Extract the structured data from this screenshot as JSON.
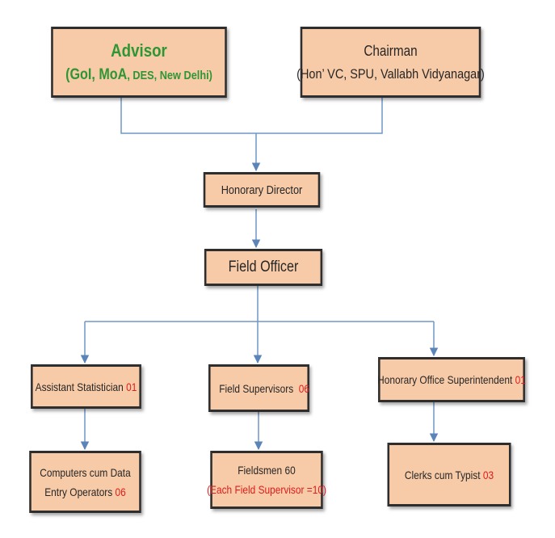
{
  "boxes": {
    "advisor": {
      "title": "Advisor",
      "subtitle_a": "(GoI,  MoA",
      "subtitle_b": ", DES, New Delhi)"
    },
    "chairman": {
      "title": "Chairman",
      "subtitle": "(Hon’ VC, SPU, Vallabh Vidyanagar)"
    },
    "honorary_director": {
      "label": "Honorary Director"
    },
    "field_officer": {
      "label": "Field Officer"
    },
    "assistant_statistician": {
      "label": "Assistant Statistician ",
      "count": "01"
    },
    "field_supervisors": {
      "label": "Field Supervisors  ",
      "count": "06"
    },
    "office_superintendent": {
      "label": "Honorary Office Superintendent ",
      "count": "01"
    },
    "computers_operators": {
      "line1": "Computers cum Data",
      "line2": "Entry Operators ",
      "count": "06"
    },
    "fieldsmen": {
      "line1": "Fieldsmen 60",
      "line2": "(Each  Field Supervisor =10)"
    },
    "clerks": {
      "label": "Clerks cum Typist ",
      "count": "03"
    }
  },
  "colors": {
    "box_fill": "#f8cba8",
    "box_border": "#2e2e2e",
    "connector": "#6e97c6",
    "highlight_red": "#e01b1b",
    "advisor_green": "#2e9634"
  }
}
